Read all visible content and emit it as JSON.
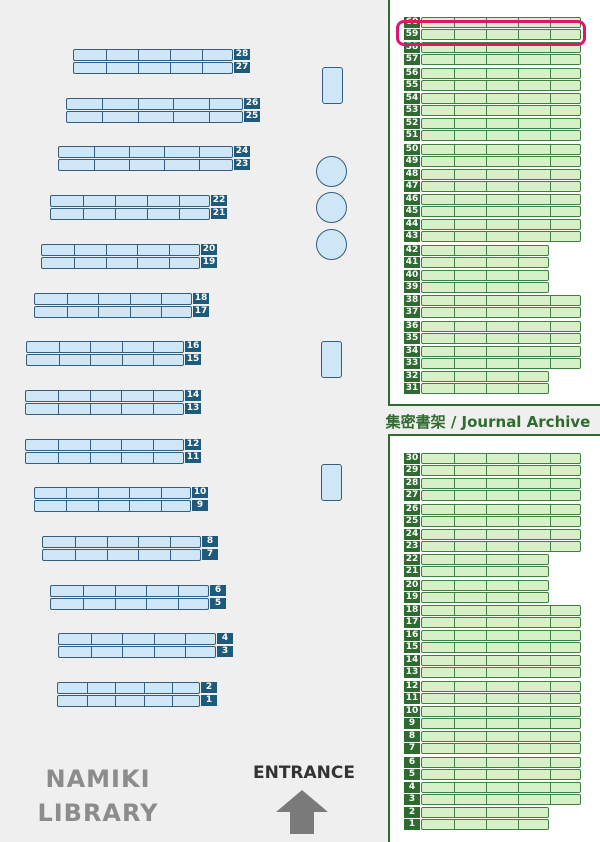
{
  "library_name": "NAMIKI\nLIBRARY",
  "entrance_label": "ENTRANCE",
  "journal_archive_label": "集密書架 / Journal Archive",
  "highlighted_shelf": "59",
  "colors": {
    "blue_shelf_fill": "#cfe6f7",
    "blue_label": "#1d5a7c",
    "green_shelf_fill": "#d8f0c8",
    "green_label": "#2e6b2e",
    "highlight": "#e0156e",
    "arrow": "#7a7a7a"
  },
  "left_shelves": [
    {
      "top": "28",
      "bottom": "27"
    },
    {
      "top": "26",
      "bottom": "25"
    },
    {
      "top": "24",
      "bottom": "23"
    },
    {
      "top": "22",
      "bottom": "21"
    },
    {
      "top": "20",
      "bottom": "19"
    },
    {
      "top": "18",
      "bottom": "17"
    },
    {
      "top": "16",
      "bottom": "15"
    },
    {
      "top": "14",
      "bottom": "13"
    },
    {
      "top": "12",
      "bottom": "11"
    },
    {
      "top": "10",
      "bottom": "9"
    },
    {
      "top": "8",
      "bottom": "7"
    },
    {
      "top": "6",
      "bottom": "5"
    },
    {
      "top": "4",
      "bottom": "3"
    },
    {
      "top": "2",
      "bottom": "1"
    }
  ],
  "archive_upper": [
    "60",
    "59",
    "58",
    "57",
    "56",
    "55",
    "54",
    "53",
    "52",
    "51",
    "50",
    "49",
    "48",
    "47",
    "46",
    "45",
    "44",
    "43",
    "42",
    "41",
    "40",
    "39",
    "38",
    "37",
    "36",
    "35",
    "34",
    "33",
    "32",
    "31"
  ],
  "archive_lower": [
    "30",
    "29",
    "28",
    "27",
    "26",
    "25",
    "24",
    "23",
    "22",
    "21",
    "20",
    "19",
    "18",
    "17",
    "16",
    "15",
    "14",
    "13",
    "12",
    "11",
    "10",
    "9",
    "8",
    "7",
    "6",
    "5",
    "4",
    "3",
    "2",
    "1"
  ],
  "short_shelves": [
    "42",
    "41",
    "40",
    "39",
    "32",
    "31",
    "22",
    "21",
    "20",
    "19",
    "2",
    "1"
  ]
}
